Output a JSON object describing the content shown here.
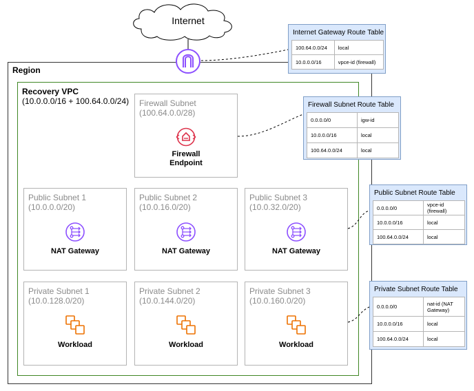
{
  "internet": {
    "label": "Internet"
  },
  "region": {
    "label": "Region"
  },
  "vpc": {
    "title": "Recovery VPC",
    "cidr": "(10.0.0.0/16 + 100.64.0.0/24)"
  },
  "firewall_subnet": {
    "name": "Firewall Subnet",
    "cidr": "(100.64.0.0/28)",
    "label_line1": "Firewall",
    "label_line2": "Endpoint"
  },
  "public_subnets": [
    {
      "name": "Public Subnet 1",
      "cidr": "(10.0.0.0/20)",
      "label": "NAT Gateway"
    },
    {
      "name": "Public Subnet 2",
      "cidr": "(10.0.16.0/20)",
      "label": "NAT Gateway"
    },
    {
      "name": "Public Subnet 3",
      "cidr": "(10.0.32.0/20)",
      "label": "NAT Gateway"
    }
  ],
  "private_subnets": [
    {
      "name": "Private Subnet 1",
      "cidr": "(10.0.128.0/20)",
      "label": "Workload"
    },
    {
      "name": "Private Subnet 2",
      "cidr": "(10.0.144.0/20)",
      "label": "Workload"
    },
    {
      "name": "Private Subnet 3",
      "cidr": "(10.0.160.0/20)",
      "label": "Workload"
    }
  ],
  "route_tables": {
    "igw": {
      "title": "Internet Gateway Route Table",
      "rows": [
        {
          "dest": "100.64.0.0/24",
          "target": "local"
        },
        {
          "dest": "10.0.0.0/16",
          "target": "vpce-id (firewall)"
        }
      ]
    },
    "firewall": {
      "title": "Firewall Subnet Route Table",
      "rows": [
        {
          "dest": "0.0.0.0/0",
          "target": "igw-id"
        },
        {
          "dest": "10.0.0.0/16",
          "target": "local"
        },
        {
          "dest": "100.64.0.0/24",
          "target": "local"
        }
      ]
    },
    "public": {
      "title": "Public Subnet Route Table",
      "rows": [
        {
          "dest": "0.0.0.0/0",
          "target": "vpce-id (firewall)"
        },
        {
          "dest": "10.0.0.0/16",
          "target": "local"
        },
        {
          "dest": "100.64.0.0/24",
          "target": "local"
        }
      ]
    },
    "private": {
      "title": "Private Subnet Route Table",
      "rows": [
        {
          "dest": "0.0.0.0/0",
          "target": "nat-id (NAT Gateway)"
        },
        {
          "dest": "10.0.0.0/16",
          "target": "local"
        },
        {
          "dest": "100.64.0.0/24",
          "target": "local"
        }
      ]
    }
  },
  "colors": {
    "vpc_border": "#3f8624",
    "nat_icon": "#8c4fff",
    "firewall_icon": "#dd344c",
    "igw_icon": "#8c4fff",
    "workload_icon": "#ed7100",
    "route_table_fill": "#dae8fc",
    "route_table_border": "#7f9ec7"
  }
}
